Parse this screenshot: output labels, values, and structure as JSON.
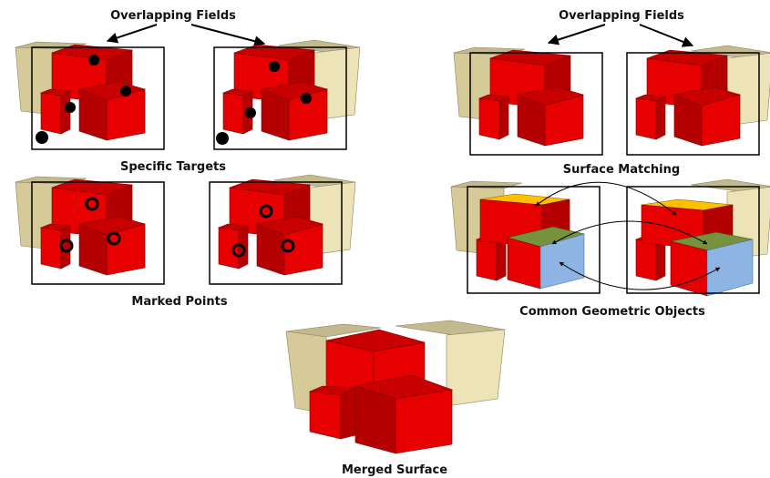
{
  "labels": {
    "overlap_left": "Overlapping Fields",
    "overlap_right": "Overlapping Fields",
    "specific_targets": "Specific Targets",
    "surface_matching": "Surface Matching",
    "marked_points": "Marked Points",
    "common_geometric_objects": "Common Geometric Objects",
    "merged_surface": "Merged Surface"
  },
  "colors": {
    "red": "#e60000",
    "red_dark": "#b40000",
    "red_top": "#c80000",
    "beige_front": "#ece3b6",
    "beige_side": "#d6cb98",
    "beige_top": "#c2b98e",
    "yellow": "#ffc000",
    "green": "#76923c",
    "blue": "#8db4e2",
    "marker": "#000000"
  }
}
